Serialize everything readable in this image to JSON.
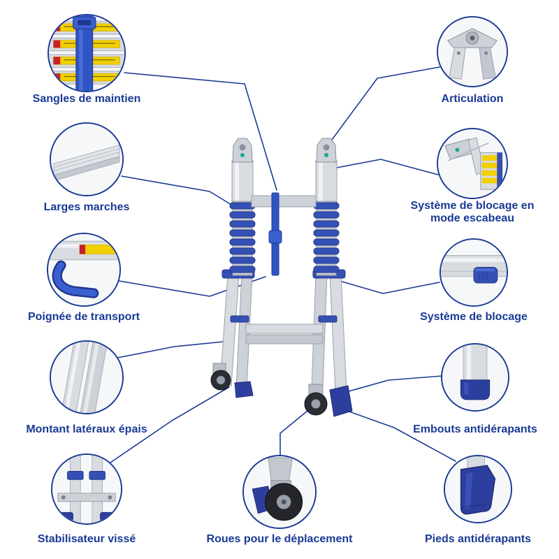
{
  "colors": {
    "accent": "#1a3a94",
    "ladder_blue": "#3450b4",
    "foot_blue": "#2d3f9e",
    "aluminum": "#d8dbe0",
    "warning_yellow": "#f2cf00",
    "warning_red": "#c8202a"
  },
  "features": [
    {
      "id": "sangles",
      "label": "Sangles de maintien",
      "icon": "straps-icon"
    },
    {
      "id": "articulation",
      "label": "Articulation",
      "icon": "hinge-icon"
    },
    {
      "id": "marches",
      "label": "Larges marches",
      "icon": "wide-step-icon"
    },
    {
      "id": "blocage-escabeau",
      "label": "Système de blocage en mode escabeau",
      "icon": "stepladder-lock-icon"
    },
    {
      "id": "poignee",
      "label": "Poignée de transport",
      "icon": "carry-handle-icon"
    },
    {
      "id": "blocage",
      "label": "Système de blocage",
      "icon": "lock-tab-icon"
    },
    {
      "id": "montants",
      "label": "Montant latéraux épais",
      "icon": "side-rails-icon"
    },
    {
      "id": "embouts",
      "label": "Embouts antidérapants",
      "icon": "end-cap-icon"
    },
    {
      "id": "stabilisateur",
      "label": "Stabilisateur vissé",
      "icon": "stabilizer-icon"
    },
    {
      "id": "roues",
      "label": "Roues pour le déplacement",
      "icon": "wheel-icon"
    },
    {
      "id": "pieds",
      "label": "Pieds antidérapants",
      "icon": "foot-icon"
    }
  ]
}
